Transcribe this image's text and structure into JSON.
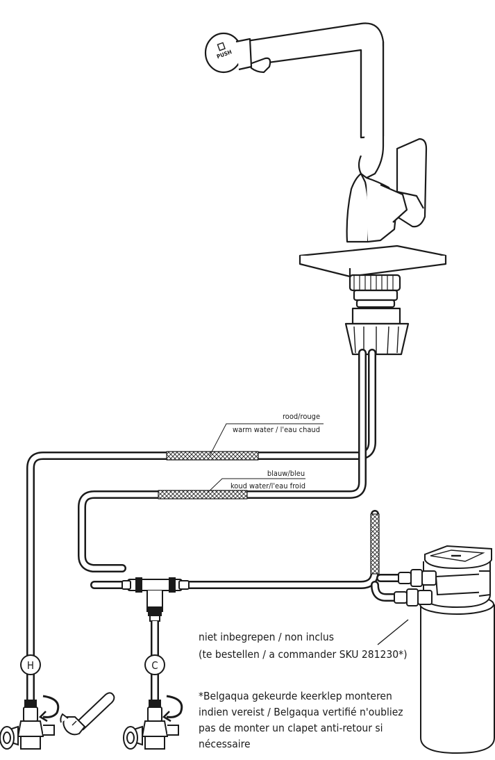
{
  "faucet": {
    "push_label": "PUSH"
  },
  "hoses": {
    "hot": {
      "label_line1": "rood/rouge",
      "label_line2": "warm water / l'eau chaud"
    },
    "cold": {
      "label_line1": "blauw/bleu",
      "label_line2": "koud water/l'eau froid"
    }
  },
  "valves": {
    "hot_marker": "H",
    "cold_marker": "C"
  },
  "notes": {
    "not_included_line1": "niet inbegrepen / non inclus",
    "not_included_line2": "(te bestellen / a commander SKU 281230*)",
    "check_valve_line1": "*Belgaqua gekeurde keerklep monteren",
    "check_valve_line2": "indien vereist / Belgaqua vertifié n'oubliez",
    "check_valve_line3": "pas de monter un clapet anti-retour si",
    "check_valve_line4": "nécessaire"
  }
}
